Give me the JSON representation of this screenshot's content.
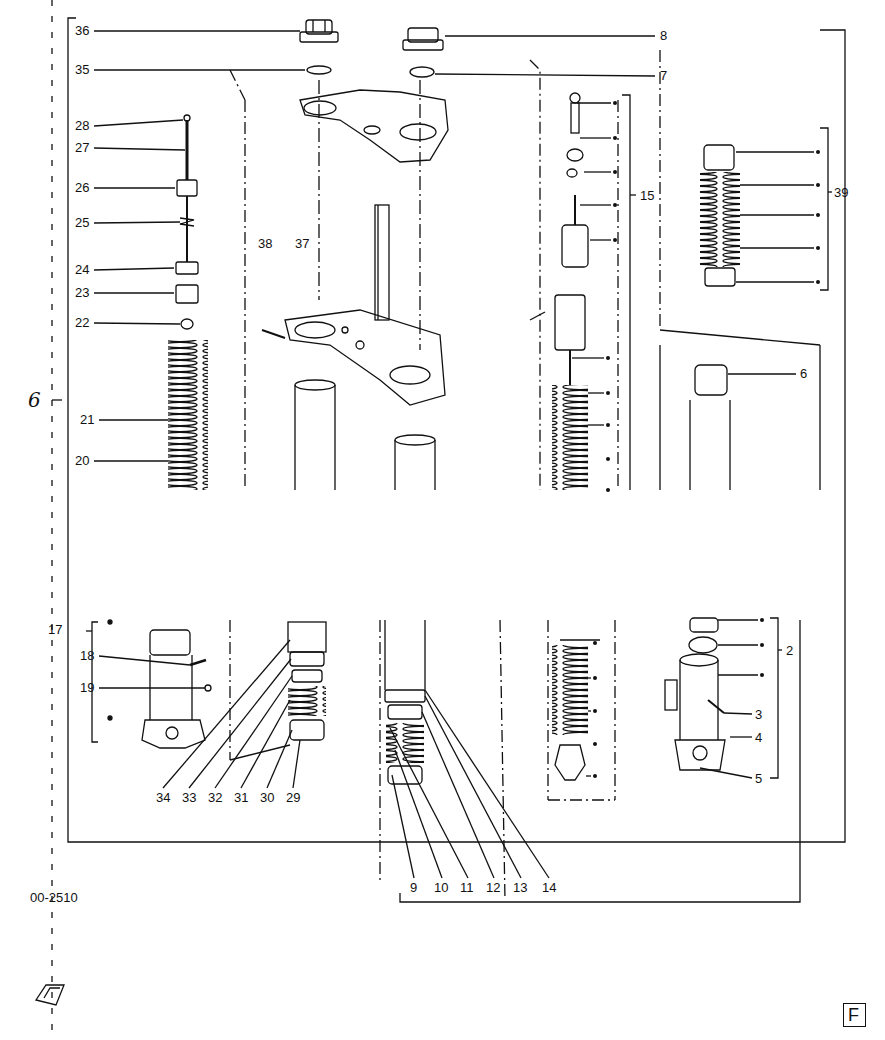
{
  "diagram": {
    "labels": [
      "36",
      "35",
      "28",
      "27",
      "26",
      "25",
      "24",
      "23",
      "22",
      "21",
      "20",
      "6",
      "8",
      "7",
      "15",
      "39",
      "38",
      "37",
      "6",
      "17",
      "18",
      "19",
      "34",
      "33",
      "32",
      "31",
      "30",
      "29",
      "9",
      "10",
      "11",
      "12",
      "13",
      "14",
      "2",
      "3",
      "4",
      "5",
      "00-2510",
      "F"
    ]
  }
}
